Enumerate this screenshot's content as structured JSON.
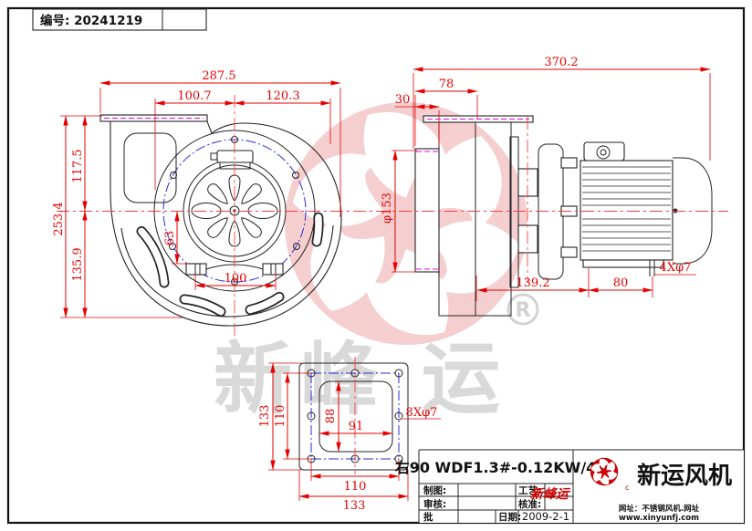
{
  "page": {
    "serial": "编号: 20241219"
  },
  "front_view": {
    "dims": {
      "overall_width": "287.5",
      "outlet_width": "100.7",
      "right_width": "120.3",
      "upper_height": "117.5",
      "overall_height": "253.4",
      "lower_height": "135.9",
      "foot_drop": "63",
      "foot_span": "100"
    }
  },
  "side_view": {
    "dims": {
      "overall_length": "370.2",
      "housing_depth": "78",
      "flange_depth": "30",
      "inlet_diameter": "φ153",
      "motor_foot_offset": "139.2",
      "motor_foot_span": "80",
      "foot_holes": "4Xφ7"
    }
  },
  "flange_view": {
    "dims": {
      "outer_height": "133",
      "bolt_pitch_v": "110",
      "opening_height": "88",
      "opening_width": "91",
      "bolt_holes": "8Xφ7",
      "bolt_pitch_h": "110",
      "outer_width": "133"
    }
  },
  "title_block": {
    "model": "右90 WDF1.3#-0.12KW/4",
    "drawn_label": "制图:",
    "checked_label": "审核:",
    "approve_label": "批",
    "process_label": "工艺:",
    "ratify_label": "核准:",
    "date_label": "日期:",
    "date_value": "2009-2-1",
    "company": {
      "name": "新运风机",
      "brand": "新峰运",
      "reg_mark": "c",
      "website_label": "网址：不锈钢风机.网址",
      "website_url": "www.xinyunfj.com"
    }
  },
  "watermark": {
    "char1": "新",
    "char2": "峰",
    "char3": "运",
    "registered": "R"
  },
  "colors": {
    "dimension_red": "#e60000",
    "centerline_red": "#ff3b3b",
    "outline_black": "#222222",
    "bolt_circle_blue": "#2b2bd4",
    "gauge_magenta": "#e800e8",
    "watermark_pink": "#f5cfcf",
    "watermark_gray": "#d9d9d9",
    "brand_red": "#cc0000"
  }
}
